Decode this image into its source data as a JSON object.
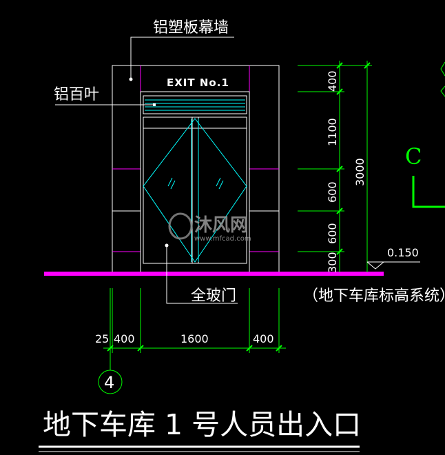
{
  "labels": {
    "curtain_wall": "铝塑板幕墙",
    "louver": "铝百叶",
    "exit_sign": "EXIT No.1",
    "glass_door": "全玻门",
    "elevation_system": "（地下车库标高系统）",
    "title": "地下车库 1 号人员出入口",
    "grid_axis": "4",
    "section_mark": "C",
    "elevation_value": "0.150",
    "watermark_name": "沐风网",
    "watermark_url": "www.mfcad.com"
  },
  "vertical_dims": [
    "400",
    "1100",
    "600",
    "600",
    "300"
  ],
  "total_height_dim": "3000",
  "horizontal_dims": [
    "25",
    "400",
    "1600",
    "400"
  ],
  "colors": {
    "background": "#000000",
    "lines": "#ffffff",
    "dimension": "#00ff00",
    "glass": "#00ffff",
    "ground": "#ff00ff",
    "panel_joint": "#ff00ff"
  }
}
